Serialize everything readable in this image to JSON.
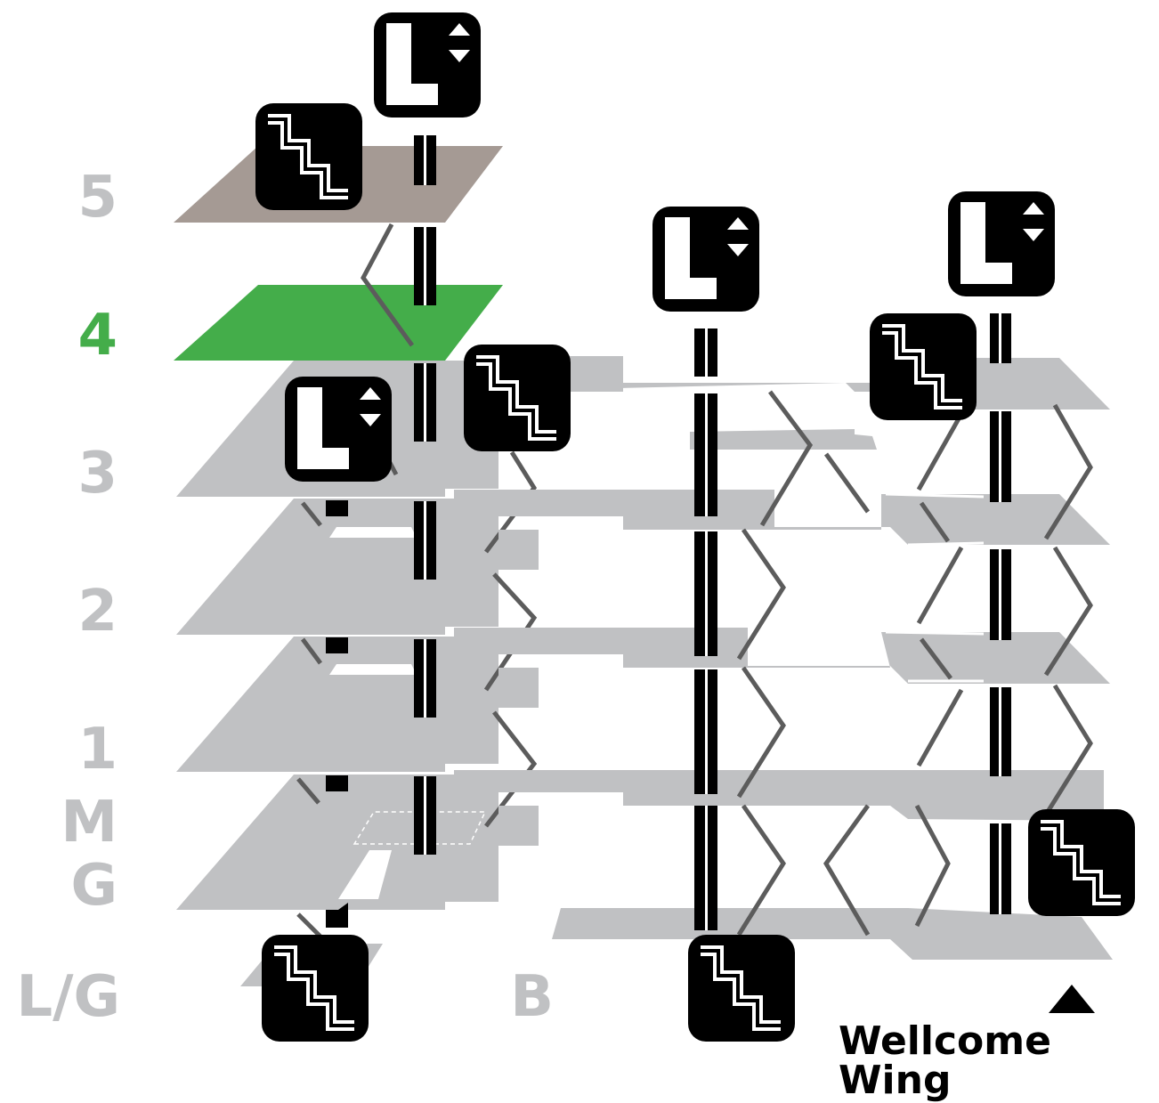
{
  "colors": {
    "floor": "#c0c1c3",
    "active_floor": "#44ad4a",
    "top_floor": "#a59a94",
    "connector": "#5c5c5c",
    "icon_bg": "#000000",
    "icon_fg": "#ffffff",
    "label": "#c0c1c3",
    "active_label": "#44ad4a"
  },
  "floors": [
    {
      "label": "5",
      "state": "top"
    },
    {
      "label": "4",
      "state": "active"
    },
    {
      "label": "3",
      "state": "normal"
    },
    {
      "label": "2",
      "state": "normal"
    },
    {
      "label": "1",
      "state": "normal"
    },
    {
      "label": "M",
      "state": "normal"
    },
    {
      "label": "G",
      "state": "normal"
    },
    {
      "label": "L/G",
      "state": "normal"
    },
    {
      "label": "B",
      "state": "normal"
    }
  ],
  "icons": [
    {
      "type": "lift-icon"
    },
    {
      "type": "stairs-icon"
    },
    {
      "type": "lift-icon"
    },
    {
      "type": "lift-icon"
    },
    {
      "type": "stairs-icon"
    },
    {
      "type": "stairs-icon"
    },
    {
      "type": "lift-icon"
    },
    {
      "type": "stairs-icon"
    },
    {
      "type": "stairs-icon"
    },
    {
      "type": "stairs-icon"
    }
  ],
  "caption": {
    "text": "Wellcome Wing",
    "marker": "up-triangle"
  }
}
